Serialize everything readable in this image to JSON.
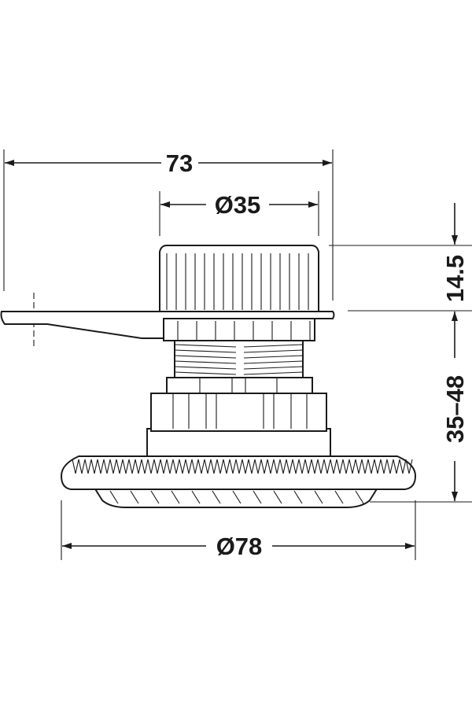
{
  "dimensions": {
    "overall_width": "73",
    "knob_diameter": "Ø35",
    "knob_height": "14.5",
    "adjust_range": "35–48",
    "base_diameter": "Ø78"
  },
  "colors": {
    "line": "#1a1a1a",
    "background": "#ffffff"
  }
}
